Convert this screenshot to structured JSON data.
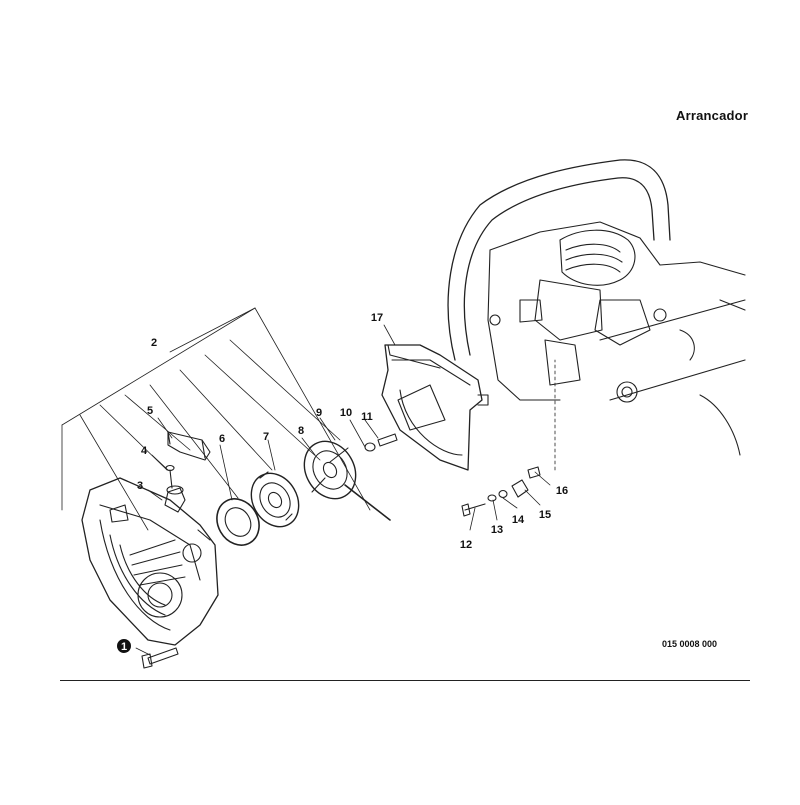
{
  "header": {
    "title": "Arrancador"
  },
  "drawing_code": "015 0008 000",
  "parts": [
    {
      "label": "1",
      "badge": true
    },
    {
      "label": "2"
    },
    {
      "label": "3"
    },
    {
      "label": "4"
    },
    {
      "label": "5"
    },
    {
      "label": "6"
    },
    {
      "label": "7"
    },
    {
      "label": "8"
    },
    {
      "label": "9"
    },
    {
      "label": "10"
    },
    {
      "label": "11"
    },
    {
      "label": "12"
    },
    {
      "label": "13"
    },
    {
      "label": "14"
    },
    {
      "label": "15"
    },
    {
      "label": "16"
    },
    {
      "label": "17"
    }
  ]
}
